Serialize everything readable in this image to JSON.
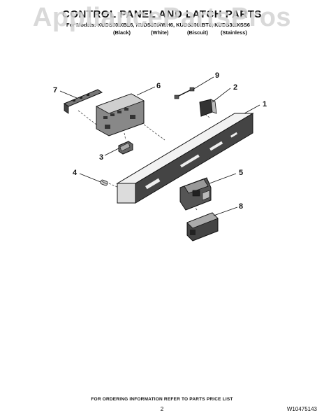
{
  "watermark": "AppliancePartsPros",
  "header": {
    "title": "CONTROL PANEL AND LATCH PARTS",
    "models_line": "For Models: KUDS30IXBL6, KUDS30IXWH6, KUDS30IXBT6, KUDS30IXSS6",
    "colors": [
      "(Black)",
      "(White)",
      "(Biscuit)",
      "(Stainless)"
    ]
  },
  "callouts": {
    "c1": "1",
    "c2": "2",
    "c3": "3",
    "c4": "4",
    "c5": "5",
    "c6": "6",
    "c7": "7",
    "c8": "8",
    "c9": "9"
  },
  "footer": {
    "ordering_note": "FOR ORDERING INFORMATION REFER TO PARTS PRICE LIST",
    "page_number": "2",
    "doc_number": "W10475143"
  }
}
